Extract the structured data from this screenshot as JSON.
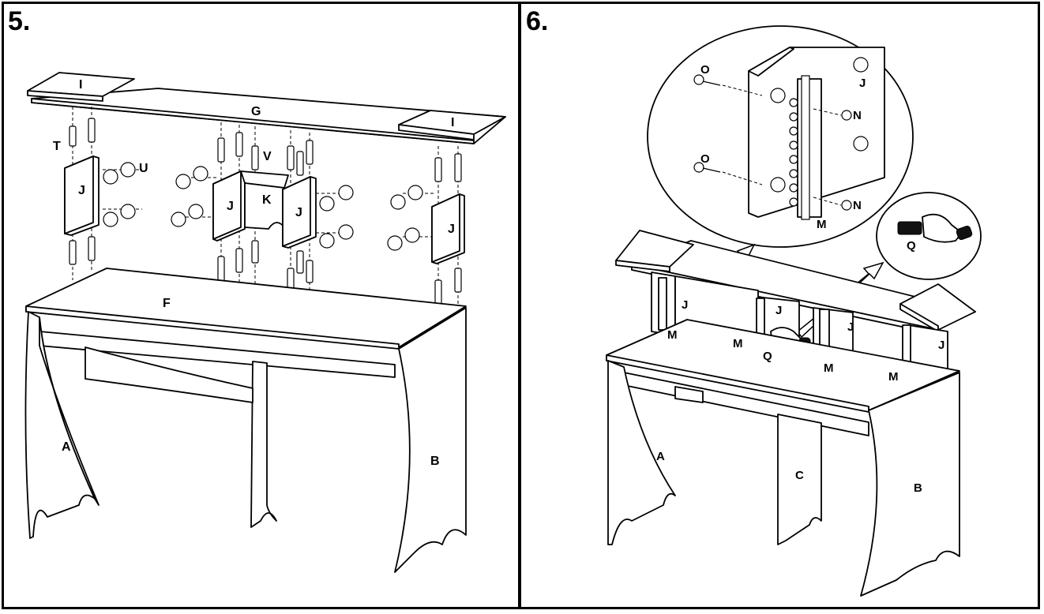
{
  "steps": [
    {
      "number": "5.",
      "labels": {
        "I_left": "I",
        "I_right": "I",
        "G": "G",
        "T": "T",
        "U": "U",
        "V": "V",
        "K": "K",
        "J1": "J",
        "J2": "J",
        "J3": "J",
        "J4": "J",
        "F": "F",
        "A": "A",
        "B": "B"
      }
    },
    {
      "number": "6.",
      "labels": {
        "O_top": "O",
        "O_bottom": "O",
        "J_detail": "J",
        "N_top": "N",
        "N_bottom": "N",
        "M_detail": "M",
        "Q_detail": "Q",
        "J1": "J",
        "J2": "J",
        "J3": "J",
        "J4": "J",
        "M1": "M",
        "M2": "M",
        "M3": "M",
        "M4": "M",
        "Q": "Q",
        "A": "A",
        "C": "C",
        "B": "B"
      }
    }
  ],
  "icons": [
    "screw-icon",
    "cam-lock-icon",
    "dowel-icon",
    "hand-tool-icon"
  ]
}
